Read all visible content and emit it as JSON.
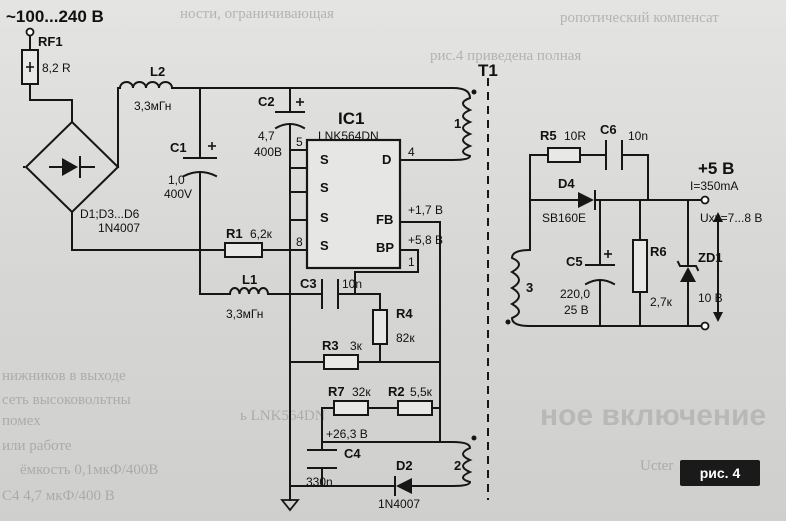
{
  "labels": {
    "mains": "~100...240 В",
    "rf1_ref": "RF1",
    "rf1_val": "8,2 R",
    "l2_ref": "L2",
    "l2_val": "3,3мГн",
    "c1_ref": "C1",
    "c1_v1": "1,0",
    "c1_v2": "400V",
    "c2_ref": "C2",
    "c2_v1": "4,7",
    "c2_v2": "400В",
    "ic_ref": "IC1",
    "ic_part": "LNK564DN",
    "pin_s": "S",
    "pin_d": "D",
    "pin_fb": "FB",
    "pin_bp": "BP",
    "pin5": "5",
    "pin4": "4",
    "pin8": "8",
    "pin1": "1",
    "v_fb": "+1,7 В",
    "v_bp": "+5,8 В",
    "bridge_1": "D1;D3...D6",
    "bridge_2": "1N4007",
    "r1_ref": "R1",
    "r1_val": "6,2к",
    "l1_ref": "L1",
    "l1_val": "3,3мГн",
    "c3_ref": "C3",
    "c3_val": "10n",
    "r4_ref": "R4",
    "r4_val": "82к",
    "r3_ref": "R3",
    "r3_val": "3к",
    "r7_ref": "R7",
    "r7_val": "32к",
    "r2_ref": "R2",
    "r2_val": "5,5к",
    "v_aux": "+26,3 В",
    "c4_ref": "C4",
    "c4_val": "330n",
    "d2_ref": "D2",
    "d2_val": "1N4007",
    "t1_ref": "T1",
    "w1": "1",
    "w2": "2",
    "w3": "3",
    "r5_ref": "R5",
    "r5_val": "10R",
    "c6_ref": "C6",
    "c6_val": "10n",
    "d4_ref": "D4",
    "d4_val": "SB160E",
    "vout": "+5 В",
    "iout": "I=350mA",
    "uxx": "Uхх=7...8 В",
    "c5_ref": "C5",
    "c5_v1": "220,0",
    "c5_v2": "25 В",
    "r6_ref": "R6",
    "r6_val": "2,7к",
    "zd1_ref": "ZD1",
    "zd1_val": "10 В",
    "fig": "рис. 4"
  },
  "background_text": [
    "ности, ограничивающая",
    "ропотический компенсат",
    "рис.4 приведена полная",
    "нижников в выходе",
    "сеть высоковольтны",
    "помех",
    "или работе",
    "ёмкость 0,1мкФ/400В",
    "С4 4,7 мкФ/400 В",
    "ное включение",
    "ь LNK564DN",
    "Ucter"
  ],
  "colors": {
    "ink": "#161616",
    "paper": "#dcdcda",
    "badge": "#1a1a1a"
  }
}
